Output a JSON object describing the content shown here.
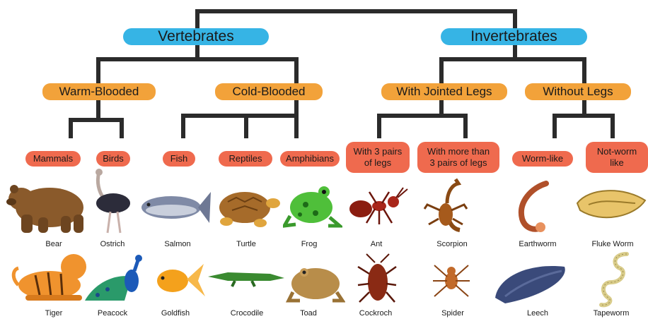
{
  "colors": {
    "connector": "#2b2b2b",
    "top_pill": "#36b4e5",
    "mid_pill": "#f2a23a",
    "low_pill": "#ef6a4e"
  },
  "top": {
    "vertebrates": "Vertebrates",
    "invertebrates": "Invertebrates"
  },
  "mid": {
    "warm_blooded": "Warm-Blooded",
    "cold_blooded": "Cold-Blooded",
    "with_jointed_legs": "With Jointed Legs",
    "without_legs": "Without Legs"
  },
  "low": {
    "mammals": "Mammals",
    "birds": "Birds",
    "fish": "Fish",
    "reptiles": "Reptiles",
    "amphibians": "Amphibians",
    "three_pairs_line1": "With 3 pairs",
    "three_pairs_line2": "of legs",
    "more_pairs_line1": "With more than",
    "more_pairs_line2": "3 pairs of legs",
    "worm_like": "Worm-like",
    "not_worm_line1": "Not-worm",
    "not_worm_line2": "like"
  },
  "animals": {
    "bear": "Bear",
    "ostrich": "Ostrich",
    "salmon": "Salmon",
    "turtle": "Turtle",
    "frog": "Frog",
    "ant": "Ant",
    "scorpion": "Scorpion",
    "earthworm": "Earthworm",
    "fluke_worm": "Fluke  Worm",
    "tiger": "Tiger",
    "peacock": "Peacock",
    "goldfish": "Goldfish",
    "crocodile": "Crocodile",
    "toad": "Toad",
    "cockroch": "Cockroch",
    "spider": "Spider",
    "leech": "Leech",
    "tapeworm": "Tapeworm"
  },
  "icons": {
    "bear": "bear-icon",
    "ostrich": "ostrich-icon",
    "salmon": "salmon-icon",
    "turtle": "turtle-icon",
    "frog": "frog-icon",
    "ant": "ant-icon",
    "scorpion": "scorpion-icon",
    "earthworm": "earthworm-icon",
    "fluke_worm": "fluke-worm-icon",
    "tiger": "tiger-icon",
    "peacock": "peacock-icon",
    "goldfish": "goldfish-icon",
    "crocodile": "crocodile-icon",
    "toad": "toad-icon",
    "cockroch": "cockroach-icon",
    "spider": "spider-icon",
    "leech": "leech-icon",
    "tapeworm": "tapeworm-icon"
  }
}
